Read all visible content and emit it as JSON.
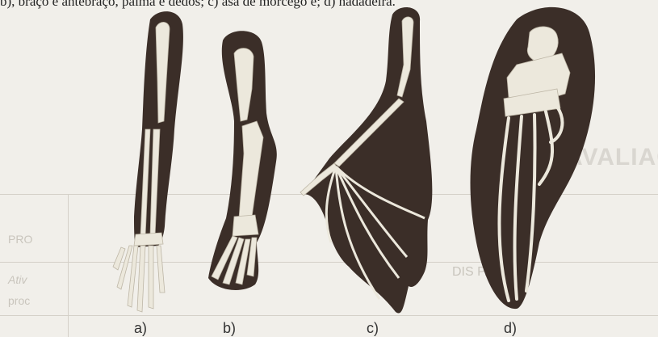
{
  "top_text": "b), braço e antebraço, palma e dedos; c) asa de morcego e; d) nadadeira.",
  "bleed_through": {
    "title": "AVALIAÇ",
    "row1_label": "PRO",
    "row2_line1": "Ativ",
    "row2_line2": "proc",
    "mid_text": "DIS PA"
  },
  "figure": {
    "captions": [
      "a)",
      "b)",
      "c)",
      "d)"
    ],
    "colors": {
      "silhouette": "#3b2e28",
      "bone": "#ece8dc",
      "bone_shadow": "#bdb6a6",
      "page": "#f1efea"
    }
  }
}
